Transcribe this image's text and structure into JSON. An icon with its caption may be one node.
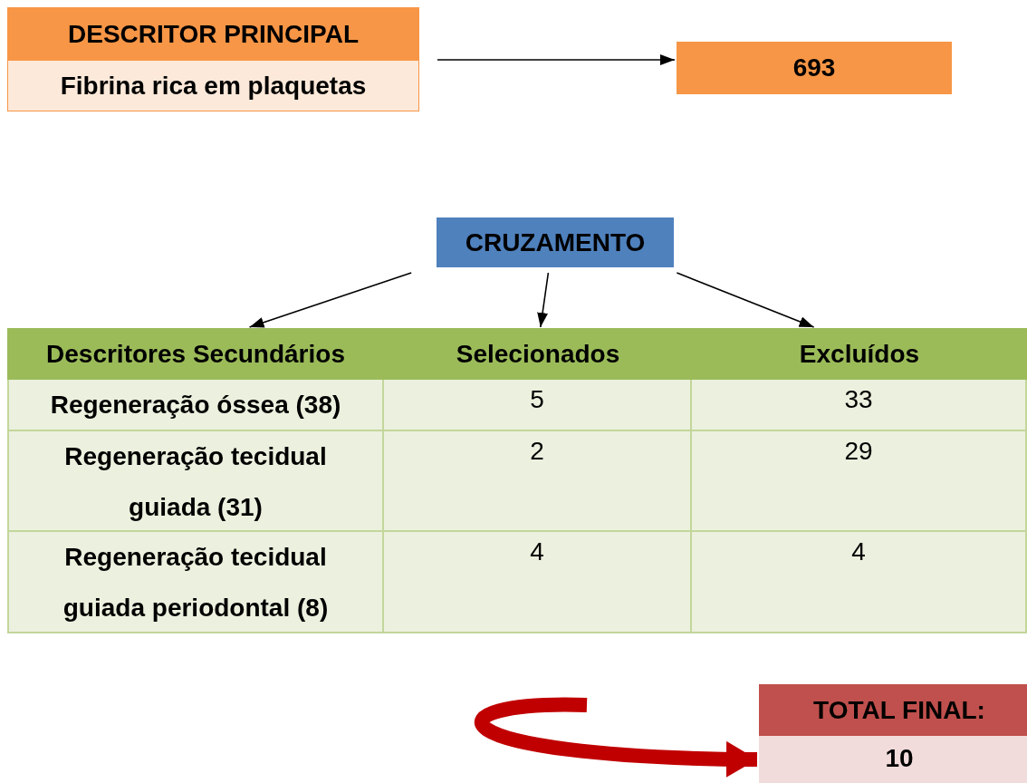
{
  "diagram": {
    "nodes": [
      {
        "text": [
          "DESCRITOR PRINCIPAL",
          "Fibrina rica em plaquetas"
        ]
      },
      {
        "text": [
          "693"
        ]
      },
      {
        "text": [
          "CRUZAMENTO"
        ]
      },
      {
        "text": [
          "Descritores Secundários"
        ]
      },
      {
        "text": [
          "Selecionados"
        ]
      },
      {
        "text": [
          "Excluídos"
        ]
      },
      {
        "text": [
          "TOTAL FINAL:",
          "10"
        ]
      }
    ],
    "edges": [
      {
        "from": 0,
        "to": 1,
        "arrow": "to"
      },
      {
        "from": 2,
        "to": 3,
        "arrow": "to"
      },
      {
        "from": 2,
        "to": 4,
        "arrow": "to"
      },
      {
        "from": 2,
        "to": 5,
        "arrow": "to"
      },
      {
        "from": null,
        "to": 6,
        "arrow": "to",
        "style": "thick",
        "color": "#c00000"
      }
    ],
    "labels": [
      "Regeneração óssea (38)",
      "5",
      "33",
      "Regeneração tecidual guiada (31)",
      "2",
      "29",
      "Regeneração tecidual guiada periodontal (8)",
      "4",
      "4"
    ]
  }
}
